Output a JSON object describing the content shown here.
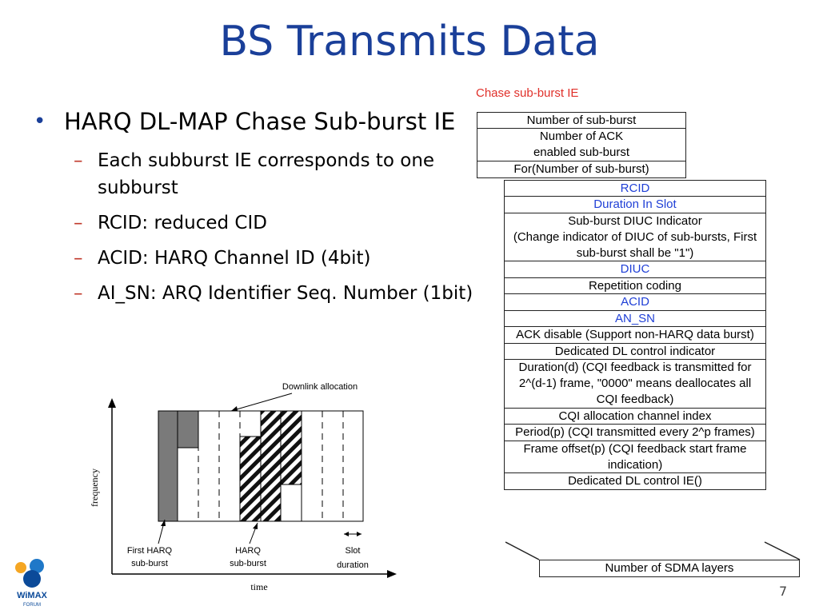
{
  "slide": {
    "title": "BS Transmits Data",
    "page_number": "7"
  },
  "bullets": {
    "main": "HARQ DL-MAP Chase Sub-burst IE",
    "sub": [
      "Each subburst IE corresponds to one subburst",
      "RCID: reduced CID",
      "ACID: HARQ Channel ID (4bit)",
      "AI_SN: ARQ Identifier Seq. Number (1bit)"
    ]
  },
  "ie_diagram": {
    "title": "Chase sub-burst IE",
    "outer_rows": [
      {
        "text": "Number of sub-burst",
        "color": "#000000"
      },
      {
        "text": "Number of ACK\nenabled sub-burst",
        "color": "#000000"
      },
      {
        "text": "For(Number of sub-burst)",
        "color": "#000000"
      }
    ],
    "inner_rows": [
      {
        "text": "RCID",
        "color": "#1f3fd6"
      },
      {
        "text": "Duration In Slot",
        "color": "#1f3fd6"
      },
      {
        "text": "Sub-burst DIUC Indicator\n(Change indicator of DIUC of sub-bursts, First sub-burst shall be \"1\")",
        "color": "#000000"
      },
      {
        "text": "DIUC",
        "color": "#1f3fd6"
      },
      {
        "text": "Repetition coding",
        "color": "#000000"
      },
      {
        "text": "ACID",
        "color": "#1f3fd6"
      },
      {
        "text": "AN_SN",
        "color": "#1f3fd6"
      },
      {
        "text": "ACK disable (Support non-HARQ data burst)",
        "color": "#000000"
      },
      {
        "text": "Dedicated DL control indicator",
        "color": "#000000"
      },
      {
        "text": "Duration(d) (CQI feedback is transmitted for 2^(d-1) frame, \"0000\" means deallocates all CQI feedback)",
        "color": "#000000"
      },
      {
        "text": "CQI allocation channel index",
        "color": "#000000"
      },
      {
        "text": "Period(p) (CQI transmitted every 2^p frames)",
        "color": "#000000"
      },
      {
        "text": "Frame offset(p) (CQI feedback start frame indication)",
        "color": "#000000"
      },
      {
        "text": "Dedicated DL control IE()",
        "color": "#000000"
      }
    ],
    "footer_row": "Number of SDMA layers"
  },
  "allocation_diagram": {
    "downlink_label": "Downlink allocation",
    "y_axis_label": "frequency",
    "x_axis_label": "time",
    "first_harq_label": "First HARQ\nsub-burst",
    "harq_label": "HARQ\nsub-burst",
    "slot_label": "Slot\nduration"
  },
  "logo": {
    "text": "WiMAX",
    "subtext": "FORUM",
    "colors": [
      "#f5a623",
      "#1f78c8",
      "#0b4a99"
    ]
  }
}
